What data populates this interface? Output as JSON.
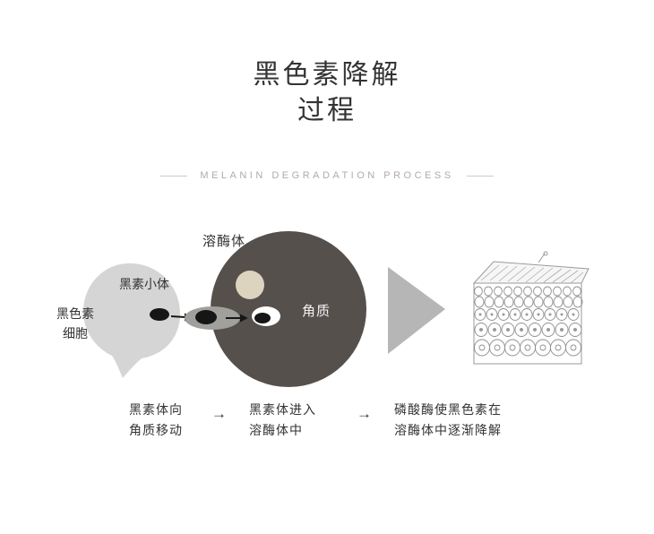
{
  "header": {
    "title_line1": "黑色素降解",
    "title_line2": "过程",
    "subtitle": "MELANIN DEGRADATION PROCESS"
  },
  "diagram": {
    "melanocyte_label_line1": "黑色素",
    "melanocyte_label_line2": "细胞",
    "melanosome_label": "黑素小体",
    "lysosome_label": "溶酶体",
    "keratin_label": "角质",
    "colors": {
      "melanocyte": "#d5d5d5",
      "cell_body": "#56504d",
      "lysosome": "#ddd4c0",
      "vesicle": "#a0a09c",
      "melanosome": "#161616",
      "triangle": "#b6b6b6"
    }
  },
  "steps": {
    "arrow": "→",
    "items": [
      {
        "line1": "黑素体向",
        "line2": "角质移动"
      },
      {
        "line1": "黑素体进入",
        "line2": "溶酶体中"
      },
      {
        "line1": "磷酸酶使黑色素在",
        "line2": "溶酶体中逐渐降解"
      }
    ]
  }
}
